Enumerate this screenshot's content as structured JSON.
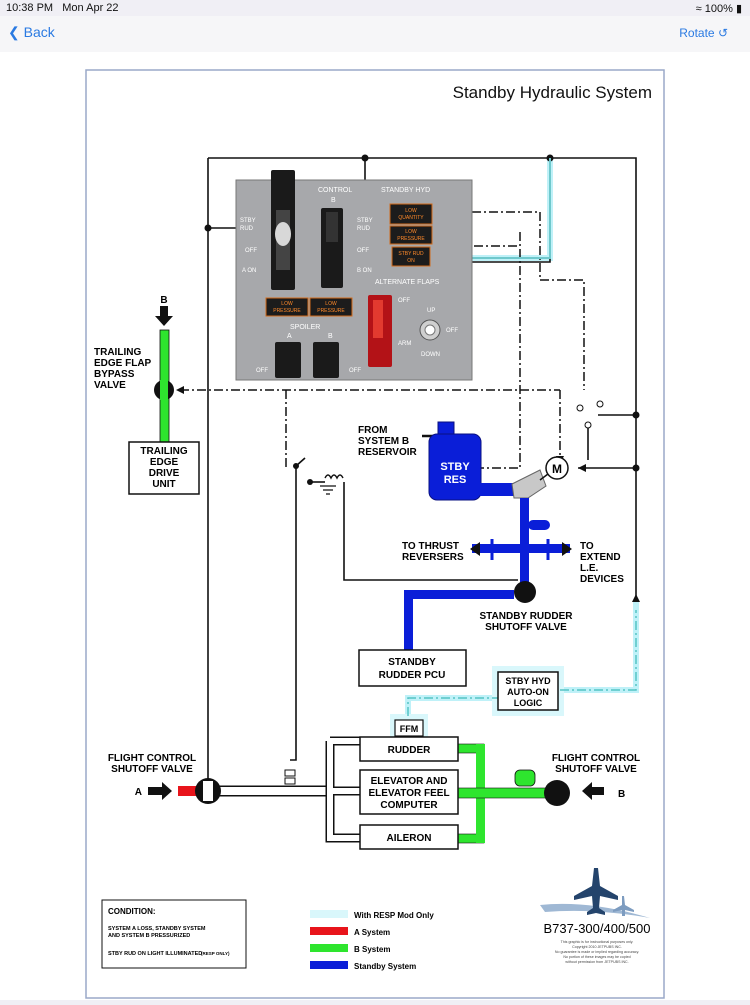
{
  "status": {
    "time": "10:38 PM",
    "date": "Mon Apr 22",
    "battery": "100%"
  },
  "nav": {
    "back": "Back",
    "rotate": "Rotate"
  },
  "diagram": {
    "title": "Standby Hydraulic System",
    "panel": {
      "control": "CONTROL",
      "b": "B",
      "standby_hyd": "STANDBY HYD",
      "stby_rud_left_1": "STBY",
      "stby_rud_left_2": "RUD",
      "off_left": "OFF",
      "a_on": "A ON",
      "stby_rud_right_1": "STBY",
      "stby_rud_right_2": "RUD",
      "off_right": "OFF",
      "b_on": "B ON",
      "low_quantity_1": "LOW",
      "low_quantity_2": "QUANTITY",
      "low_pressure_1": "LOW",
      "low_pressure_2": "PRESSURE",
      "stby_rud_on_1": "STBY RUD",
      "stby_rud_on_2": "ON",
      "alternate_flaps": "ALTERNATE FLAPS",
      "flaps_off": "OFF",
      "arm": "ARM",
      "up": "UP",
      "down": "DOWN",
      "off_switch": "OFF",
      "spoiler_low_1a": "LOW",
      "spoiler_low_1b": "PRESSURE",
      "spoiler_low_2a": "LOW",
      "spoiler_low_2b": "PRESSURE",
      "spoiler": "SPOILER",
      "spoiler_a": "A",
      "spoiler_b": "B",
      "spoiler_off_1": "OFF",
      "spoiler_off_2": "OFF"
    },
    "b_left": "B",
    "te_bypass_1": "TRAILING",
    "te_bypass_2": "EDGE FLAP",
    "te_bypass_3": "BYPASS",
    "te_bypass_4": "VALVE",
    "te_drive_1": "TRAILING",
    "te_drive_2": "EDGE",
    "te_drive_3": "DRIVE",
    "te_drive_4": "UNIT",
    "from_res_1": "FROM",
    "from_res_2": "SYSTEM B",
    "from_res_3": "RESERVOIR",
    "stby_res_1": "STBY",
    "stby_res_2": "RES",
    "motor": "M",
    "thrust_1": "TO THRUST",
    "thrust_2": "REVERSERS",
    "le_1": "TO",
    "le_2": "EXTEND",
    "le_3": "L.E.",
    "le_4": "DEVICES",
    "srsv_1": "STANDBY RUDDER",
    "srsv_2": "SHUTOFF VALVE",
    "pcu_1": "STANDBY",
    "pcu_2": "RUDDER PCU",
    "auto_1": "STBY HYD",
    "auto_2": "AUTO-ON",
    "auto_3": "LOGIC",
    "ffm": "FFM",
    "rudder": "RUDDER",
    "elev_1": "ELEVATOR AND",
    "elev_2": "ELEVATOR FEEL",
    "elev_3": "COMPUTER",
    "aileron": "AILERON",
    "fcsv_left_1": "FLIGHT CONTROL",
    "fcsv_left_2": "SHUTOFF VALVE",
    "fcsv_right_1": "FLIGHT CONTROL",
    "fcsv_right_2": "SHUTOFF VALVE",
    "a_label": "A",
    "b_label_right": "B",
    "condition": {
      "title": "CONDITION:",
      "line1": "SYSTEM A LOSS, STANDBY SYSTEM",
      "line2": "AND SYSTEM B PRESSURIZED",
      "line3": "STBY RUD ON LIGHT ILLUMINATED",
      "line3b": "(RESP ONLY)"
    },
    "legend": [
      {
        "label": "With RESP Mod Only",
        "color": "#d9f7fb"
      },
      {
        "label": "A System",
        "color": "#e8141b"
      },
      {
        "label": "B System",
        "color": "#2ee52e"
      },
      {
        "label": "Standby System",
        "color": "#0a1ed8"
      }
    ],
    "model": "B737-300/400/500",
    "copyright_1": "This graphic is for instructional purposes only.",
    "copyright_2": "Copyright 2010 JETPUBS INC.",
    "copyright_3": "No guarantee is made or implied regarding accuracy.",
    "copyright_4": "No portion of these images may be copied",
    "copyright_5": "without permission from JETPUBS INC."
  }
}
